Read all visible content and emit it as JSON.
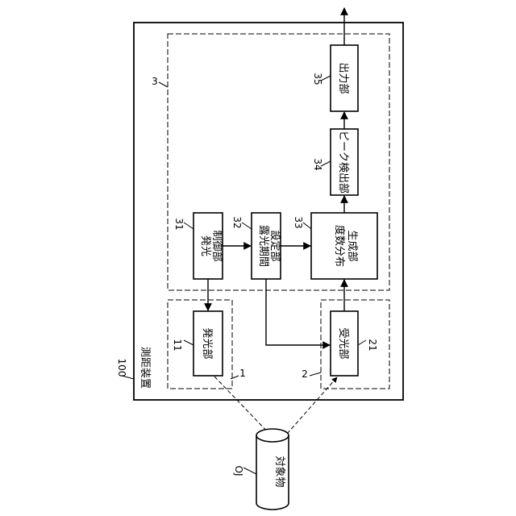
{
  "device": {
    "label": "測距装置",
    "ref": "100"
  },
  "emitter_module": {
    "ref": "1"
  },
  "receiver_module": {
    "ref": "2"
  },
  "processor_module": {
    "ref": "3"
  },
  "blocks": {
    "light_emitting_unit": {
      "label": "発光部",
      "ref": "11"
    },
    "light_receiving_unit": {
      "label": "受光部",
      "ref": "21"
    },
    "emission_control_unit": {
      "label_line1": "発光",
      "label_line2": "制御部",
      "ref": "31"
    },
    "exposure_period_setting_unit": {
      "label_line1": "露光期間",
      "label_line2": "設定部",
      "ref": "32"
    },
    "frequency_distribution_unit": {
      "label_line1": "度数分布",
      "label_line2": "生成部",
      "ref": "33"
    },
    "peak_detection_unit": {
      "label": "ピーク検出部",
      "ref": "34"
    },
    "output_unit": {
      "label": "出力部",
      "ref": "35"
    }
  },
  "target_object": {
    "label": "対象物",
    "ref": "OJ"
  }
}
